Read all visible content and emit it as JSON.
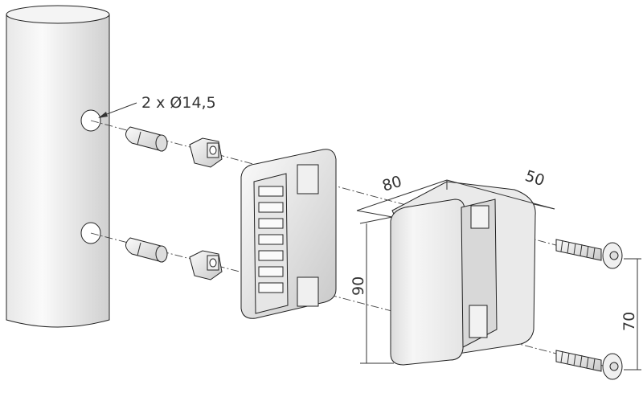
{
  "diagram": {
    "title": "Exploded assembly: pipe-mounted gate handle block",
    "labels": {
      "hole_spec": "2 x Ø14,5",
      "width": "80",
      "depth": "50",
      "height": "90",
      "screw_spacing": "70"
    },
    "colors": {
      "line": "#222222",
      "part_light": "#f2f2f2",
      "part_shade": "#b8b8b8"
    }
  }
}
